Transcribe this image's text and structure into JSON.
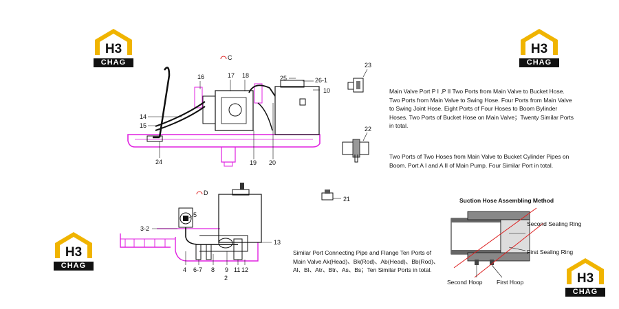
{
  "logos": [
    {
      "mark": "H3",
      "caption": "CHAG"
    },
    {
      "mark": "H3",
      "caption": "CHAG"
    },
    {
      "mark": "H3",
      "caption": "CHAG"
    },
    {
      "mark": "H3",
      "caption": "CHAG"
    }
  ],
  "views": {
    "view_c": "C",
    "view_d": "D"
  },
  "callouts_top": [
    "16",
    "17",
    "18",
    "25",
    "26-1",
    "10",
    "14",
    "15",
    "24",
    "19",
    "20",
    "23",
    "22"
  ],
  "callouts_bottom": [
    "3-2",
    "5",
    "4",
    "6-7",
    "8",
    "9",
    "11",
    "12",
    "13",
    "2",
    "21"
  ],
  "notes": {
    "main_valve": "Main Valve Port P I ,P II Two Ports from Main Valve to Bucket Hose. Two Ports from Main Valve to Swing Hose. Four Ports from Main Valve to Swing Joint Hose. Eight Ports of Four Hoses to Boom Bylinder Hoses. Two Ports of Bucket Hose on Main Valve；Twenty Similar Ports in total.",
    "two_ports": "Two Ports of Two Hoses from Main Valve to Bucket Cylinder Pipes on Boom. Port A I and A II of Main Pump. Four Similar Port in total.",
    "similar_port": "Similar Port Connecting Pipe and Flange Ten Ports of Main Valve Ak(Head)、Bk(Rod)、Ab(Head)、Bb(Rod)、Al、Bl、Atr、Btr、As、Bs；Ten Similar Ports in total."
  },
  "suction": {
    "title": "Suction Hose Assembling Method",
    "second_sealing": "Second Sealing Ring",
    "first_sealing": "First Sealing Ring",
    "second_hoop": "Second Hoop",
    "first_hoop": "First Hoop"
  },
  "colors": {
    "magenta": "#e020e0",
    "logo_gold": "#f0b400",
    "ink": "#111111",
    "red": "#dd2222"
  }
}
